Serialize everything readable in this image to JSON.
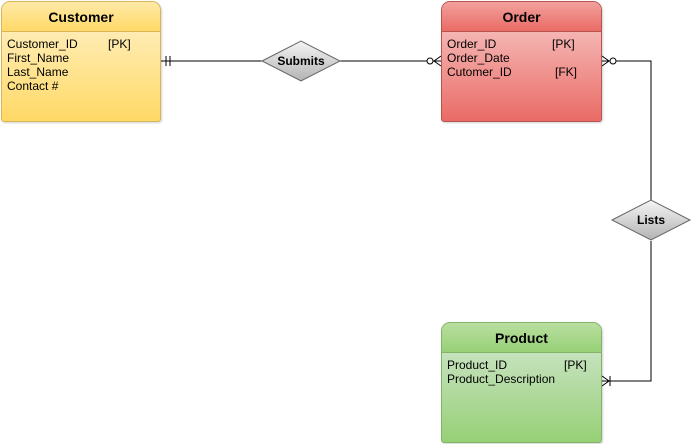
{
  "entities": {
    "customer": {
      "title": "Customer",
      "attributes": [
        {
          "name": "Customer_ID",
          "key": "[PK]"
        },
        {
          "name": "First_Name",
          "key": ""
        },
        {
          "name": "Last_Name",
          "key": ""
        },
        {
          "name": "Contact #",
          "key": ""
        }
      ]
    },
    "order": {
      "title": "Order",
      "attributes": [
        {
          "name": "Order_ID",
          "key": "[PK]"
        },
        {
          "name": "Order_Date",
          "key": ""
        },
        {
          "name": "Cutomer_ID",
          "key": "[FK]"
        }
      ]
    },
    "product": {
      "title": "Product",
      "attributes": [
        {
          "name": "Product_ID",
          "key": "[PK]"
        },
        {
          "name": "Product_Description",
          "key": ""
        }
      ]
    }
  },
  "relationships": {
    "submits": {
      "label": "Submits"
    },
    "lists": {
      "label": "Lists"
    }
  },
  "colors": {
    "customer_fill": "#ffd966",
    "order_fill": "#ea6b66",
    "product_fill": "#97d077",
    "relationship_fill": "#cccccc",
    "line": "#000000"
  }
}
